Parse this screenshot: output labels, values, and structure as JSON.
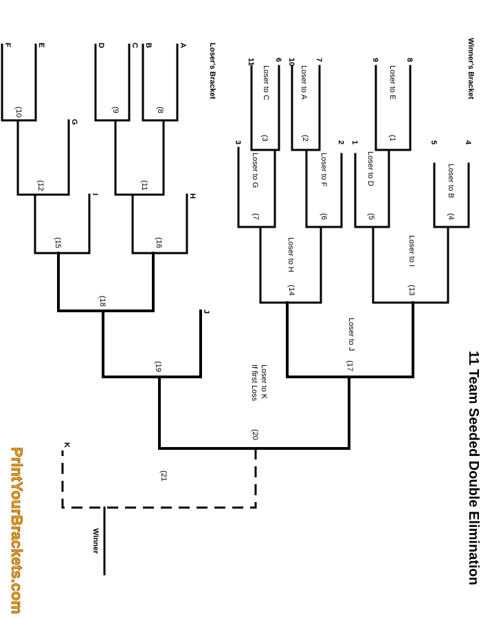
{
  "title": "11 Team Seeded Double Elimination",
  "winners_label": "Winner's Bracket",
  "losers_label": "Loser's Bracket",
  "logo": "PrintYourBrackets.com",
  "winner_label": "Winner",
  "seeds": {
    "s1": "1",
    "s2": "2",
    "s3": "3",
    "s4": "4",
    "s5": "5",
    "s6": "6",
    "s7": "7",
    "s8": "8",
    "s9": "9",
    "s10": "10",
    "s11": "11"
  },
  "letters": {
    "A": "A",
    "B": "B",
    "C": "C",
    "D": "D",
    "E": "E",
    "F": "F",
    "G": "G",
    "H": "H",
    "I": "I",
    "J": "J",
    "K": "K"
  },
  "games": {
    "g1": "(1",
    "g2": "(2",
    "g3": "(3",
    "g4": "(4",
    "g5": "(5",
    "g6": "(6",
    "g7": "(7",
    "g8": "(8",
    "g9": "(9",
    "g10": "(10",
    "g11": "(11",
    "g12": "(12",
    "g13": "(13",
    "g14": "(14",
    "g15": "(15",
    "g16": "(16",
    "g17": "(17",
    "g18": "(18",
    "g19": "(19",
    "g20": "(20",
    "g21": "(21"
  },
  "loser_notes": {
    "g1": "Loser to E",
    "g4": "Loser to B",
    "g5": "Loser to D",
    "g13": "Loser to I",
    "g2": "Loser to A",
    "g3": "Loser to C",
    "g6": "Loser to F",
    "g7": "Loser to G",
    "g14": "Loser to H",
    "g17": "Loser to J",
    "g20a": "Loser to K",
    "g20b": "If first Loss"
  },
  "colors": {
    "logo": "#f0a020",
    "lines": "#000000"
  }
}
